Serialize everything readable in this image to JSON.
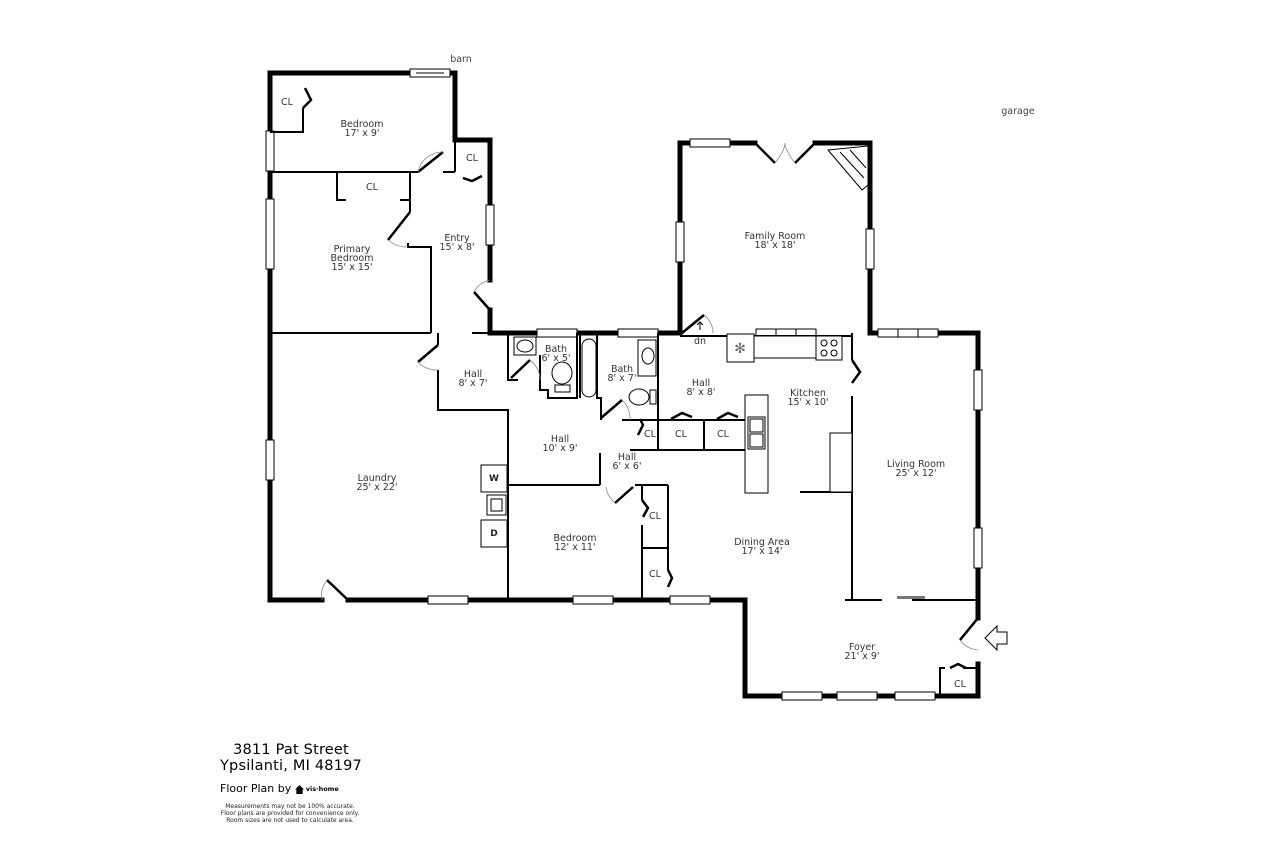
{
  "outside_labels": {
    "barn": "barn",
    "garage": "garage"
  },
  "rooms": {
    "bedroom_north": {
      "name": "Bedroom",
      "dim": "17' x 9'"
    },
    "primary_bedroom": {
      "name_line1": "Primary",
      "name_line2": "Bedroom",
      "dim": "15' x 15'"
    },
    "entry": {
      "name": "Entry",
      "dim": "15' x 8'"
    },
    "hall_west": {
      "name": "Hall",
      "dim": "8' x 7'"
    },
    "laundry": {
      "name": "Laundry",
      "dim": "25' x 22'"
    },
    "bath_small": {
      "name": "Bath",
      "dim": "6' x 5'"
    },
    "bath_large": {
      "name": "Bath",
      "dim": "8' x 7'"
    },
    "hall_center": {
      "name": "Hall",
      "dim": "10' x 9'"
    },
    "hall_small": {
      "name": "Hall",
      "dim": "6' x 6'"
    },
    "bedroom_south": {
      "name": "Bedroom",
      "dim": "12' x 11'"
    },
    "family_room": {
      "name": "Family Room",
      "dim": "18' x 18'"
    },
    "hall_east": {
      "name": "Hall",
      "dim": "8' x 8'"
    },
    "kitchen": {
      "name": "Kitchen",
      "dim": "15' x 10'"
    },
    "living_room": {
      "name": "Living Room",
      "dim": "25' x 12'"
    },
    "dining_area": {
      "name": "Dining Area",
      "dim": "17' x 14'"
    },
    "foyer": {
      "name": "Foyer",
      "dim": "21' x 9'"
    }
  },
  "closets": {
    "label": "CL"
  },
  "appliances": {
    "washer": "W",
    "dryer": "D"
  },
  "stairs": {
    "label": "dn"
  },
  "footer": {
    "address_line1": "3811 Pat Street",
    "address_line2": "Ypsilanti, MI 48197",
    "floor_plan_by": "Floor Plan by",
    "brand": "vis·home",
    "disclaimer": [
      "Measurements may not be 100% accurate.",
      "Floor plans are provided for convenience only.",
      "Room sizes are not used to calculate area."
    ]
  }
}
